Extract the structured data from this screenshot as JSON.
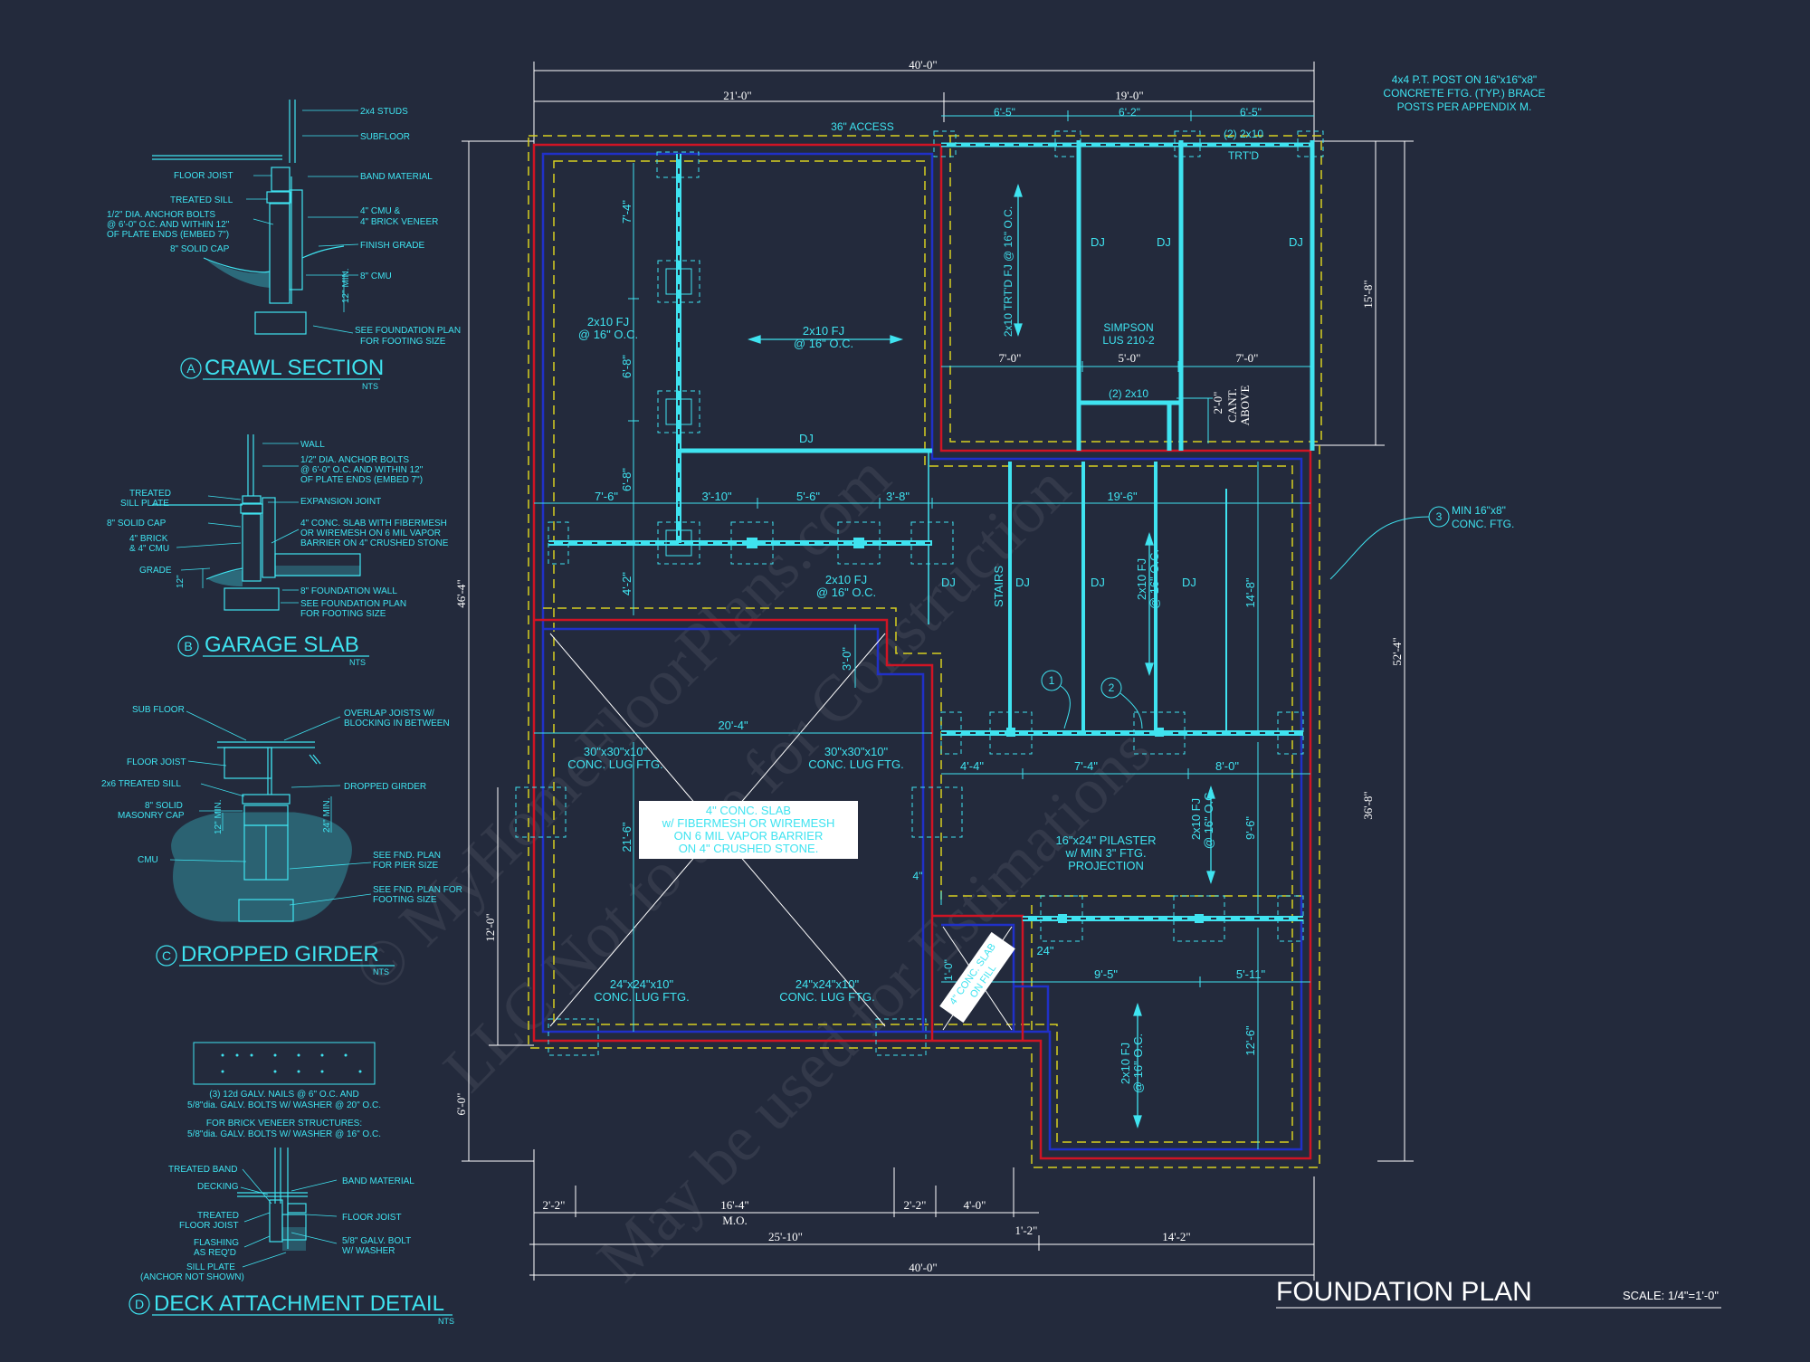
{
  "colors": {
    "background": "#232a3c",
    "cyan": "#3fe3f0",
    "white": "#ffffff",
    "red": "#d01424",
    "blue": "#2030c8",
    "yellow": "#d8d020"
  },
  "title": {
    "main": "FOUNDATION PLAN",
    "scale": "SCALE: 1/4\"=1'-0\""
  },
  "watermark": {
    "line1": "© MyHomeFloorPlans.com",
    "line2": "LLC Not to use for Construction",
    "line3": "May be used for Estimations"
  },
  "details": {
    "crawl": {
      "letter": "A",
      "title": "CRAWL SECTION",
      "nts": "NTS",
      "notes": {
        "studs": "2x4 STUDS",
        "subfloor": "SUBFLOOR",
        "floor_joist": "FLOOR JOIST",
        "band": "BAND MATERIAL",
        "sill": "TREATED SILL",
        "cmu_brick_1": "4\" CMU &",
        "cmu_brick_2": "4\" BRICK VENEER",
        "anchor_1": "1/2\" DIA. ANCHOR BOLTS",
        "anchor_2": "@ 6'-0\" O.C. AND WITHIN 12\"",
        "anchor_3": "OF PLATE ENDS (EMBED 7\")",
        "solid_cap": "8\" SOLID CAP",
        "finish_grade": "FINISH GRADE",
        "cmu8": "8\" CMU",
        "min12": "12\" MIN.",
        "see_plan_1": "SEE FOUNDATION PLAN",
        "see_plan_2": "FOR FOOTING SIZE"
      }
    },
    "garage": {
      "letter": "B",
      "title": "GARAGE SLAB",
      "nts": "NTS",
      "notes": {
        "wall": "WALL",
        "anchor_1": "1/2\" DIA. ANCHOR BOLTS",
        "anchor_2": "@ 6'-0\" O.C. AND WITHIN 12\"",
        "anchor_3": "OF PLATE ENDS (EMBED 7\")",
        "sill_1": "TREATED",
        "sill_2": "SILL PLATE",
        "expansion": "EXPANSION JOINT",
        "solid_cap": "8\" SOLID CAP",
        "slab_1": "4\" CONC. SLAB WITH FIBERMESH",
        "slab_2": "OR WIREMESH ON 6 MIL VAPOR",
        "slab_3": "BARRIER ON 4\" CRUSHED STONE",
        "brick_1": "4\" BRICK",
        "brick_2": "& 4\" CMU",
        "grade": "GRADE",
        "fdn_wall": "8\" FOUNDATION WALL",
        "see_plan_1": "SEE FOUNDATION PLAN",
        "see_plan_2": "FOR FOOTING SIZE",
        "dim12": "12\""
      }
    },
    "girder": {
      "letter": "C",
      "title": "DROPPED GIRDER",
      "nts": "NTS",
      "notes": {
        "sub_floor": "SUB FLOOR",
        "overlap_1": "OVERLAP JOISTS W/",
        "overlap_2": "BLOCKING IN BETWEEN",
        "floor_joist": "FLOOR JOIST",
        "sill": "2x6 TREATED SILL",
        "dropped": "DROPPED GIRDER",
        "cap_1": "8\" SOLID",
        "cap_2": "MASONRY CAP",
        "min24": "24\" MIN.",
        "min12": "12\" MIN.",
        "cmu": "CMU",
        "pier_1": "SEE FND. PLAN",
        "pier_2": "FOR PIER SIZE",
        "ftg_1": "SEE FND. PLAN FOR",
        "ftg_2": "FOOTING SIZE"
      }
    },
    "deck": {
      "letter": "D",
      "title": "DECK ATTACHMENT DETAIL",
      "nts": "NTS",
      "notes": {
        "nails_1": "(3) 12d GALV. NAILS @ 6\" O.C. AND",
        "nails_2": "5/8\"dia. GALV. BOLTS W/ WASHER @ 20\" O.C.",
        "brick_1": "FOR BRICK VENEER STRUCTURES:",
        "brick_2": "5/8\"dia. GALV. BOLTS W/ WASHER @ 16\" O.C.",
        "band": "TREATED BAND",
        "band_mat": "BAND MATERIAL",
        "decking": "DECKING",
        "tfj_1": "TREATED",
        "tfj_2": "FLOOR JOIST",
        "floor_joist": "FLOOR JOIST",
        "flash_1": "FLASHING",
        "flash_2": "AS REQ'D",
        "bolt_1": "5/8\" GALV. BOLT",
        "bolt_2": "W/ WASHER",
        "sill_1": "SILL PLATE",
        "sill_2": "(ANCHOR NOT SHOWN)"
      }
    }
  },
  "dims": {
    "top_overall": "40'-0\"",
    "top_left": "21'-0\"",
    "top_right": "19'-0\"",
    "deck_a": "6'-5\"",
    "deck_b": "6'-2\"",
    "deck_c": "6'-5\"",
    "bot_overall": "40'-0\"",
    "bot_a": "25'-10\"",
    "bot_b": "14'-2\"",
    "bot_c": "2'-2\"",
    "bot_d": "16'-4\"",
    "bot_mo": "M.O.",
    "bot_e": "2'-2\"",
    "bot_f": "4'-0\"",
    "bot_g": "1'-2\"",
    "left_overall": "46'-4\"",
    "left_a": "12'-0\"",
    "left_b": "6'-0\"",
    "right_overall": "52'-4\"",
    "right_a": "15'-8\"",
    "right_b": "36'-8\""
  },
  "plan": {
    "access": "36\" ACCESS",
    "deck_post_1": "4x4 P.T. POST ON 16\"x16\"x8\"",
    "deck_post_2": "CONCRETE FTG. (TYP.) BRACE",
    "deck_post_3": "POSTS PER APPENDIX M.",
    "deck_beam_1": "(2) 2x10",
    "deck_beam_2": "TRT'D",
    "deck_joist": "2x10 TRT'D FJ @ 16\" O.C.",
    "dj": "DJ",
    "simpson_1": "SIMPSON",
    "simpson_2": "LUS 210-2",
    "cant_dim": "2'-0\"",
    "cant_1": "CANT.",
    "cant_2": "ABOVE",
    "beam_2x10": "(2) 2x10",
    "d7a": "7'-0\"",
    "d5": "5'-0\"",
    "d7b": "7'-0\"",
    "fj_1": "2x10 FJ",
    "fj_2": "@ 16\" O.C.",
    "v_7_4": "7'-4\"",
    "v_6_8a": "6'-8\"",
    "v_6_8b": "6'-8\"",
    "v_4_2": "4'-2\"",
    "h_7_6": "7'-6\"",
    "h_3_10": "3'-10\"",
    "h_5_6": "5'-6\"",
    "h_3_8": "3'-8\"",
    "h_19_6": "19'-6\"",
    "fj_center": "2x10 FJ @ 16\" O.C.",
    "fj_mid_1": "2x10 FJ",
    "fj_mid_2": "@ 16\" O.C.",
    "stairs": "STAIRS",
    "v_14_8": "14'-8\"",
    "ftg_3_1": "MIN 16\"x8\"",
    "ftg_3_2": "CONC. FTG.",
    "tag_3": "3",
    "tag_1": "1",
    "tag_2": "2",
    "v_3_0": "3'-0\"",
    "h_20_4": "20'-4\"",
    "lug30_1": "30\"x30\"x10\"",
    "lug30_2": "CONC. LUG FTG.",
    "slab_1": "4\" CONC. SLAB",
    "slab_2": "w/ FIBERMESH OR WIREMESH",
    "slab_3": "ON 6 MIL VAPOR BARRIER",
    "slab_4": "ON 4\" CRUSHED STONE.",
    "v_21_6": "21'-6\"",
    "lug24_1": "24\"x24\"x10\"",
    "lug24_2": "CONC. LUG FTG.",
    "h_4_4": "4'-4\"",
    "h_7_4": "7'-4\"",
    "h_8_0": "8'-0\"",
    "v_9_6": "9'-6\"",
    "pil_1": "16\"x24\" PILASTER",
    "pil_2": "w/ MIN 3\" FTG.",
    "pil_3": "PROJECTION",
    "d4": "4\"",
    "d24": "24\"",
    "v_1_0": "1'-0\"",
    "h_9_5": "9'-5\"",
    "h_5_11": "5'-11\"",
    "v_12_6": "12'-6\"",
    "stoop_1": "4\" CONC. SLAB",
    "stoop_2": "ON FILL"
  }
}
